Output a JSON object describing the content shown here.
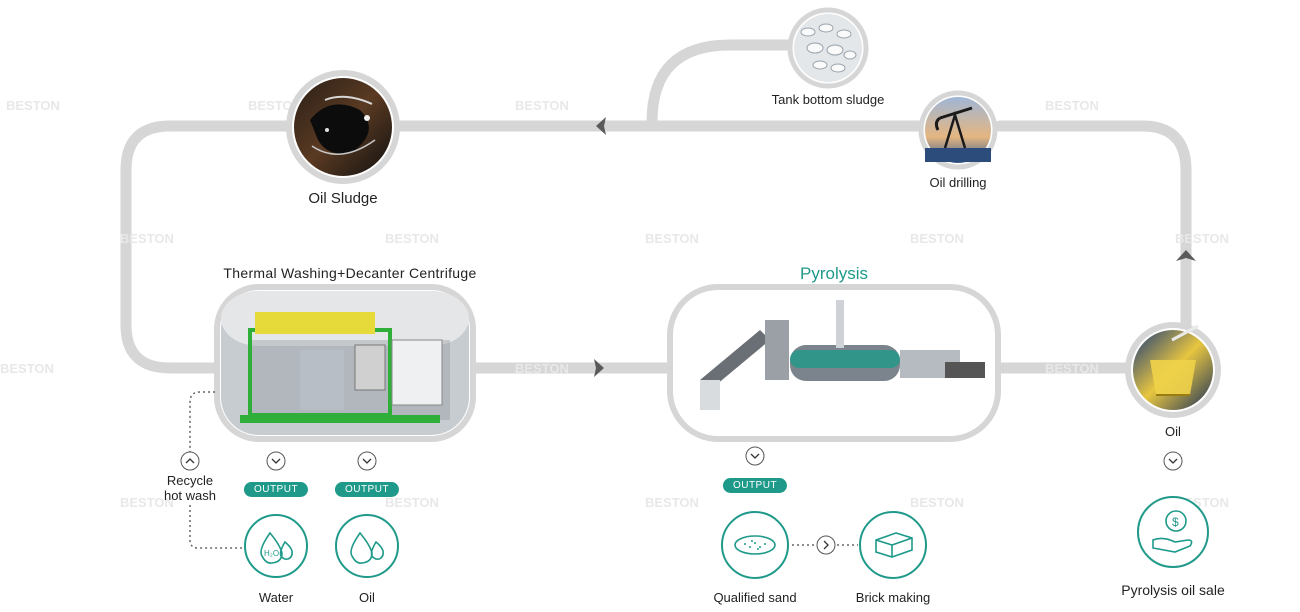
{
  "labels": {
    "oil_sludge": "Oil Sludge",
    "tank_bottom_sludge": "Tank bottom sludge",
    "oil_drilling": "Oil drilling",
    "thermal_washing": "Thermal Washing+Decanter Centrifuge",
    "pyrolysis": "Pyrolysis",
    "oil_top": "Oil",
    "recycle_line1": "Recycle",
    "recycle_line2": "hot wash",
    "water": "Water",
    "oil_bottom": "Oil",
    "qualified_sand": "Qualified sand",
    "brick_making": "Brick making",
    "pyrolysis_oil_sale": "Pyrolysis oil sale"
  },
  "badges": {
    "output": "OUTPUT",
    "h2o": "H₂O",
    "dollar": "$"
  },
  "watermark": "BESTON",
  "colors": {
    "teal": "#1f9a8a",
    "track": "#d6d6d6",
    "arrow": "#5a5a5a"
  },
  "icons": [
    "water-drop-icon",
    "oil-drop-icon",
    "sand-icon",
    "brick-icon",
    "money-hand-icon",
    "chevron-down-icon",
    "chevron-up-icon",
    "chevron-right-icon"
  ]
}
